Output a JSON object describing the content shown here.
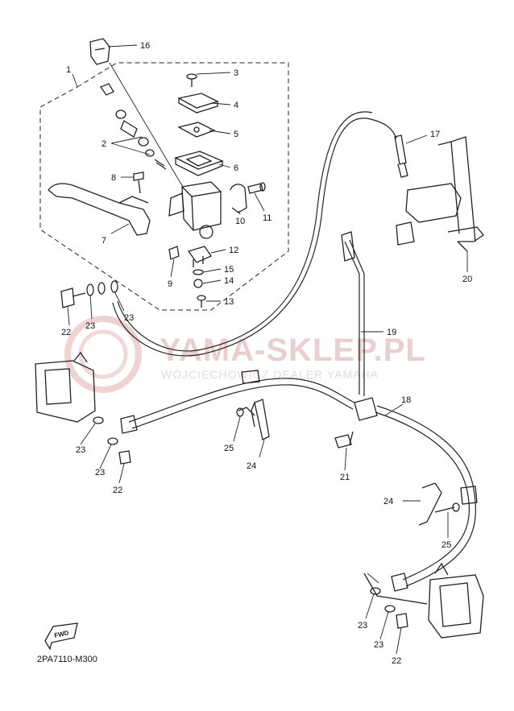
{
  "watermark": {
    "title": "YAMA-SKLEP.PL",
    "subtitle": "WOJCIECHOWICZ DEALER YAMAHA"
  },
  "diagram_code": "2PA7110-M300",
  "fwd_label": "FWD",
  "callouts": {
    "c1": "1",
    "c2": "2",
    "c3": "3",
    "c4": "4",
    "c5": "5",
    "c6": "6",
    "c7": "7",
    "c8": "8",
    "c9": "9",
    "c10": "10",
    "c11": "11",
    "c12": "12",
    "c13": "13",
    "c14": "14",
    "c15": "15",
    "c16": "16",
    "c17": "17",
    "c18": "18",
    "c19": "19",
    "c20": "20",
    "c21": "21",
    "c22a": "22",
    "c22b": "22",
    "c22c": "22",
    "c23a": "23",
    "c23b": "23",
    "c23c": "23",
    "c23d": "23",
    "c23e": "23",
    "c23f": "23",
    "c24a": "24",
    "c24b": "24",
    "c25a": "25",
    "c25b": "25"
  }
}
